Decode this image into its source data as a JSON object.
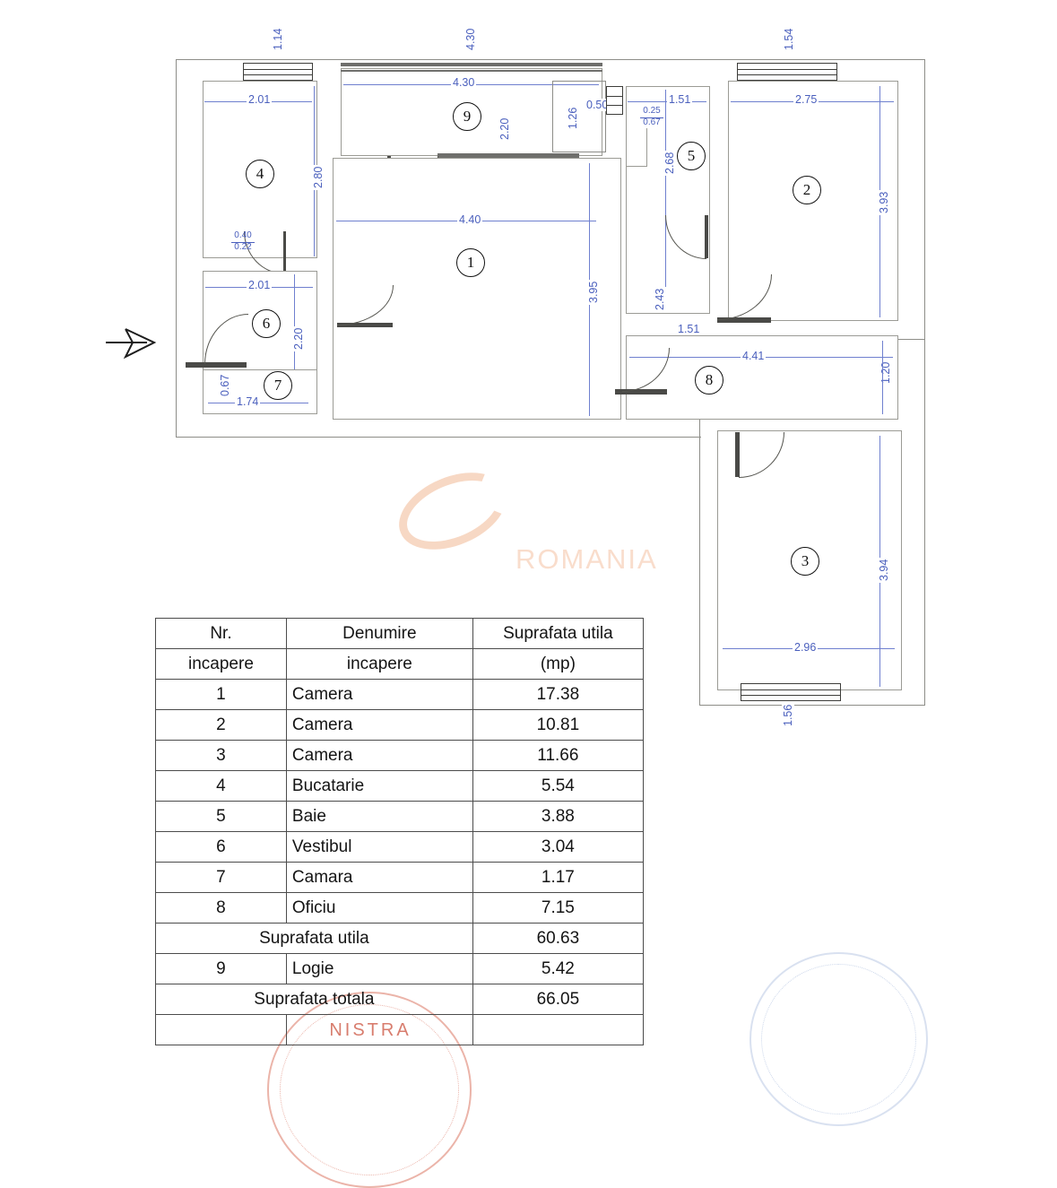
{
  "document": {
    "type": "apartment-floor-plan",
    "watermark_text": "ROMANIA",
    "red_stamp_text": "NISTRA"
  },
  "table": {
    "headers": {
      "col1_line1": "Nr.",
      "col1_line2": "incapere",
      "col2_line1": "Denumire",
      "col2_line2": "incapere",
      "col3_line1": "Suprafata utila",
      "col3_line2": "(mp)"
    },
    "rows": [
      {
        "nr": "1",
        "name": "Camera",
        "area": "17.38"
      },
      {
        "nr": "2",
        "name": "Camera",
        "area": "10.81"
      },
      {
        "nr": "3",
        "name": "Camera",
        "area": "11.66"
      },
      {
        "nr": "4",
        "name": "Bucatarie",
        "area": "5.54"
      },
      {
        "nr": "5",
        "name": "Baie",
        "area": "3.88"
      },
      {
        "nr": "6",
        "name": "Vestibul",
        "area": "3.04"
      },
      {
        "nr": "7",
        "name": "Camara",
        "area": "1.17"
      },
      {
        "nr": "8",
        "name": "Oficiu",
        "area": "7.15"
      }
    ],
    "subtotal": {
      "label": "Suprafata utila",
      "area": "60.63"
    },
    "logie": {
      "nr": "9",
      "name": "Logie",
      "area": "5.42"
    },
    "total": {
      "label": "Suprafata totala",
      "area": "66.05"
    }
  },
  "plan": {
    "room_numbers": [
      "1",
      "2",
      "3",
      "4",
      "5",
      "6",
      "7",
      "8",
      "9"
    ],
    "dimensions": {
      "top_window_kitchen": "1.14",
      "top_logie": "4.30",
      "top_window_room2": "1.54",
      "logie_width": "4.30",
      "logie_height": "2.20",
      "kitchen_width": "2.01",
      "kitchen_height": "2.80",
      "kitchen_door_upper": "0.40",
      "kitchen_door_lower": "0.22",
      "hall_gap_v": "1.26",
      "hall_gap_h": "0.50",
      "bath_width": "1.51",
      "bath_height": "2.68",
      "bath_notch_upper": "0.25",
      "bath_notch_lower": "0.67",
      "room2_width": "2.75",
      "room2_height": "3.93",
      "room1_width": "4.40",
      "room1_height": "3.95",
      "vestibul_width": "2.01",
      "vestibul_height": "2.20",
      "camara_width": "1.74",
      "camara_height": "0.67",
      "oficiu_width": "4.41",
      "oficiu_height_left": "2.43",
      "oficiu_height_right": "1.20",
      "oficiu_offset": "1.51",
      "room3_width": "2.96",
      "room3_height": "3.94",
      "room3_window": "1.56"
    }
  }
}
